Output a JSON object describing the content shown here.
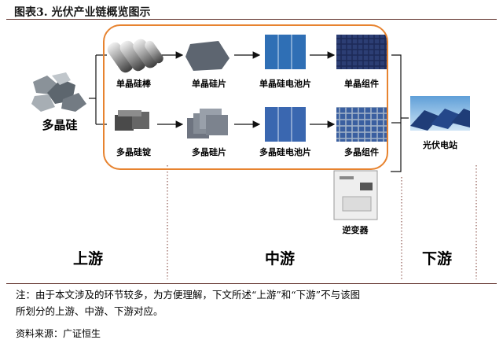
{
  "figure": {
    "title": "图表3.   光伏产业链概览图示"
  },
  "nodes": {
    "polysilicon": "多晶硅",
    "mono_rod": "单晶硅棒",
    "mono_wafer": "单晶硅片",
    "mono_cell": "单晶硅电池片",
    "mono_module": "单晶组件",
    "poly_ingot": "多晶硅锭",
    "poly_wafer": "多晶硅片",
    "poly_cell": "多晶硅电池片",
    "poly_module": "多晶组件",
    "pv_station": "光伏电站",
    "inverter": "逆变器"
  },
  "zones": {
    "upstream": "上游",
    "midstream": "中游",
    "downstream": "下游"
  },
  "note": {
    "line1": "注：由于本文涉及的环节较多，为方便理解，下文所述“上游”和“下游”不与该图",
    "line2": "所划分的上游、中游、下游对应。"
  },
  "source": "资料来源：广证恒生",
  "colors": {
    "accent": "#e7832f",
    "rule": "#5b2a24",
    "cell_blue": "#2f6fb5",
    "module_dark": "#1f2a55"
  }
}
